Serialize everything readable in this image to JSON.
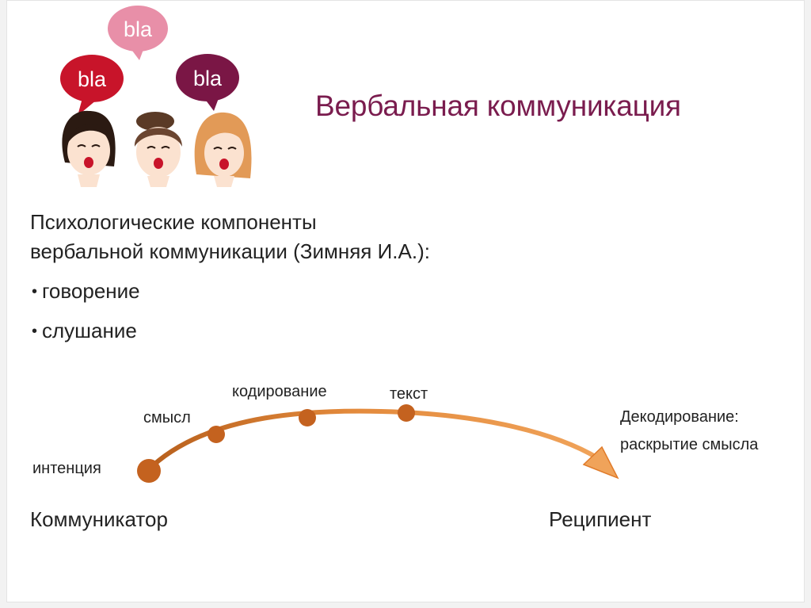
{
  "bubbles": {
    "top": "bla",
    "left": "bla",
    "right": "bla"
  },
  "title": "Вербальная коммуникация",
  "intro": {
    "line1": "Психологические компоненты",
    "line2": "вербальной коммуникации (Зимняя И.А.):"
  },
  "bullets": [
    "говорение",
    "слушание"
  ],
  "diagram": {
    "labels": {
      "intention": "интенция",
      "meaning": "смысл",
      "coding": "кодирование",
      "text": "текст",
      "decoding_1": "Декодирование:",
      "decoding_2": "раскрытие смысла"
    },
    "communicator": "Коммуникатор",
    "recipient": "Реципиент"
  },
  "colors": {
    "title": "#7a1c4e",
    "bubble_top": "#e88fa8",
    "bubble_left": "#c8142a",
    "bubble_right": "#7a1645",
    "arrow": "#e07b2a",
    "arrow_dark": "#b75f1c",
    "node": "#c4621f"
  }
}
